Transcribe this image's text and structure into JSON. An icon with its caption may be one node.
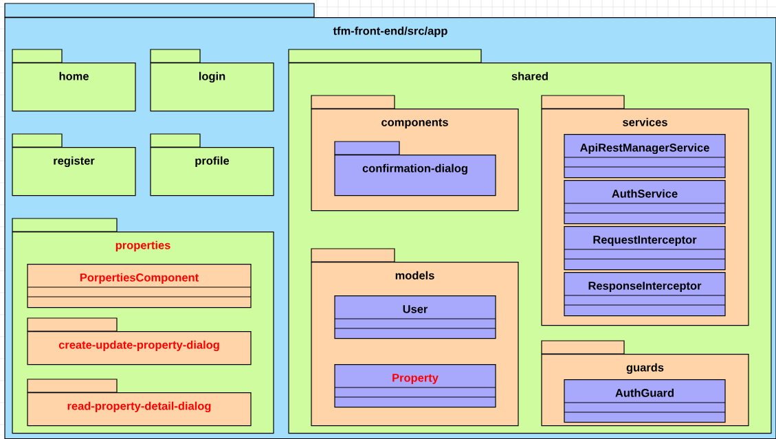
{
  "diagram": {
    "nodes": [
      {
        "text": [
          "tfm-front-end/src/app"
        ]
      },
      {
        "text": [
          "home"
        ],
        "in": 0
      },
      {
        "text": [
          "login"
        ],
        "in": 0
      },
      {
        "text": [
          "register"
        ],
        "in": 0
      },
      {
        "text": [
          "profile"
        ],
        "in": 0
      },
      {
        "text": [
          "properties"
        ],
        "in": 0
      },
      {
        "text": [
          "PorpertiesComponent"
        ],
        "in": 5
      },
      {
        "text": [
          "create-update-property-dialog"
        ],
        "in": 5
      },
      {
        "text": [
          "read-property-detail-dialog"
        ],
        "in": 5
      },
      {
        "text": [
          "shared"
        ],
        "in": 0
      },
      {
        "text": [
          "components"
        ],
        "in": 9
      },
      {
        "text": [
          "confirmation-dialog"
        ],
        "in": 10
      },
      {
        "text": [
          "models"
        ],
        "in": 9
      },
      {
        "text": [
          "User"
        ],
        "in": 12
      },
      {
        "text": [
          "Property"
        ],
        "in": 12
      },
      {
        "text": [
          "services"
        ],
        "in": 9
      },
      {
        "text": [
          "ApiRestManagerService"
        ],
        "in": 15
      },
      {
        "text": [
          "AuthService"
        ],
        "in": 15
      },
      {
        "text": [
          "RequestInterceptor"
        ],
        "in": 15
      },
      {
        "text": [
          "ResponseInterceptor"
        ],
        "in": 15
      },
      {
        "text": [
          "guards"
        ],
        "in": 9
      },
      {
        "text": [
          "AuthGuard"
        ],
        "in": 20
      }
    ]
  }
}
